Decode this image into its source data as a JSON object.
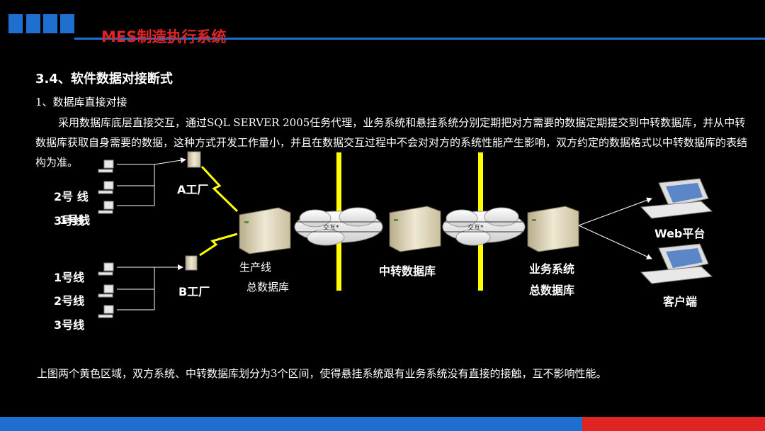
{
  "header": {
    "title": "MES制造执行系统"
  },
  "section": {
    "title": "3.4、软件数据对接断式",
    "subheading": "1、数据库直接对接",
    "paragraph": "采用数据库底层直接交互，通过SQL SERVER 2005任务代理，业务系统和悬挂系统分别定期把对方需要的数据定期提交到中转数据库，并从中转数据库获取自身需要的数据，这种方式开发工作量小，并且在数据交互过程中不会对对方的系统性能产生影响，双方约定的数据格式以中转数据库的表结构为准。"
  },
  "diagram": {
    "factory_a": "A工厂",
    "factory_b": "B工厂",
    "factory_a_lines": [
      "2号 线",
      "3号线"
    ],
    "factory_a_overlap": "1号线",
    "factory_b_lines": [
      "1号线",
      "2号线",
      "3号线"
    ],
    "production_db": [
      "生产线",
      "总数据库"
    ],
    "transfer_db": "中转数据库",
    "business_db": [
      "业务系统",
      "总数据库"
    ],
    "exchange_label_1": "交互*",
    "exchange_label_2": "交互*",
    "web_platform": "Web平台",
    "client": "客户端"
  },
  "footer": {
    "note": "上图两个黄色区域，双方系统、中转数据库划分为3个区间，使得悬挂系统跟有业务系统没有直接的接触，互不影响性能。"
  },
  "colors": {
    "accent_blue": "#1f6fd1",
    "accent_red": "#e02424",
    "zone_yellow": "#ffff00"
  }
}
